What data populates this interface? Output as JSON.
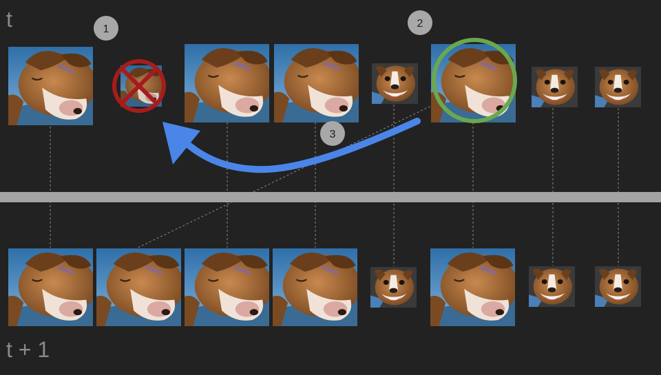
{
  "rows": {
    "top_label": "t",
    "bottom_label": "t + 1"
  },
  "steps": [
    "1",
    "2",
    "3"
  ],
  "colors": {
    "background": "#222222",
    "divider": "#a3a3a3",
    "arrow": "#4a86e8",
    "highlight_circle": "#6aa84f",
    "reject_mark": "#a61c1c",
    "step_badge": "#a8a8a8",
    "connector": "#8a8a8a"
  },
  "top_row": [
    {
      "pose": "dog-lying"
    },
    {
      "pose": "dog-lying",
      "status": "removed"
    },
    {
      "pose": "dog-lying"
    },
    {
      "pose": "dog-lying"
    },
    {
      "pose": "dog-face"
    },
    {
      "pose": "dog-lying",
      "status": "selected"
    },
    {
      "pose": "dog-face"
    },
    {
      "pose": "dog-face"
    }
  ],
  "bottom_row": [
    {
      "pose": "dog-lying"
    },
    {
      "pose": "dog-lying"
    },
    {
      "pose": "dog-lying"
    },
    {
      "pose": "dog-lying"
    },
    {
      "pose": "dog-face"
    },
    {
      "pose": "dog-lying"
    },
    {
      "pose": "dog-face"
    },
    {
      "pose": "dog-face"
    }
  ]
}
